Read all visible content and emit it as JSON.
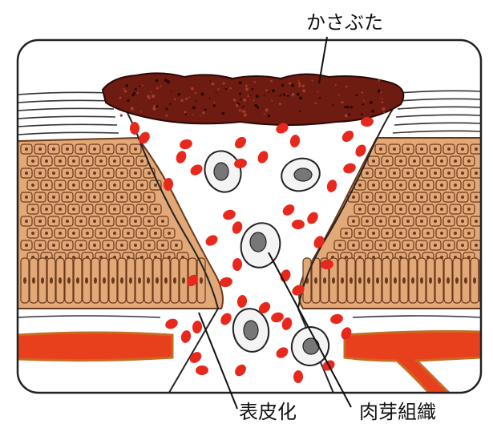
{
  "labels": {
    "scab": "かさぶた",
    "epithelialization": "表皮化",
    "granulation_tissue": "肉芽組織"
  },
  "colors": {
    "skin_cell": "#e2a877",
    "skin_cell_border": "#6b3a1c",
    "scab": "#6e1c12",
    "blood": "#e8281c",
    "vessel": "#e8401c",
    "vessel_edge": "#c86a20",
    "wound_bg": "#ffffff",
    "line": "#1a1a1a"
  }
}
